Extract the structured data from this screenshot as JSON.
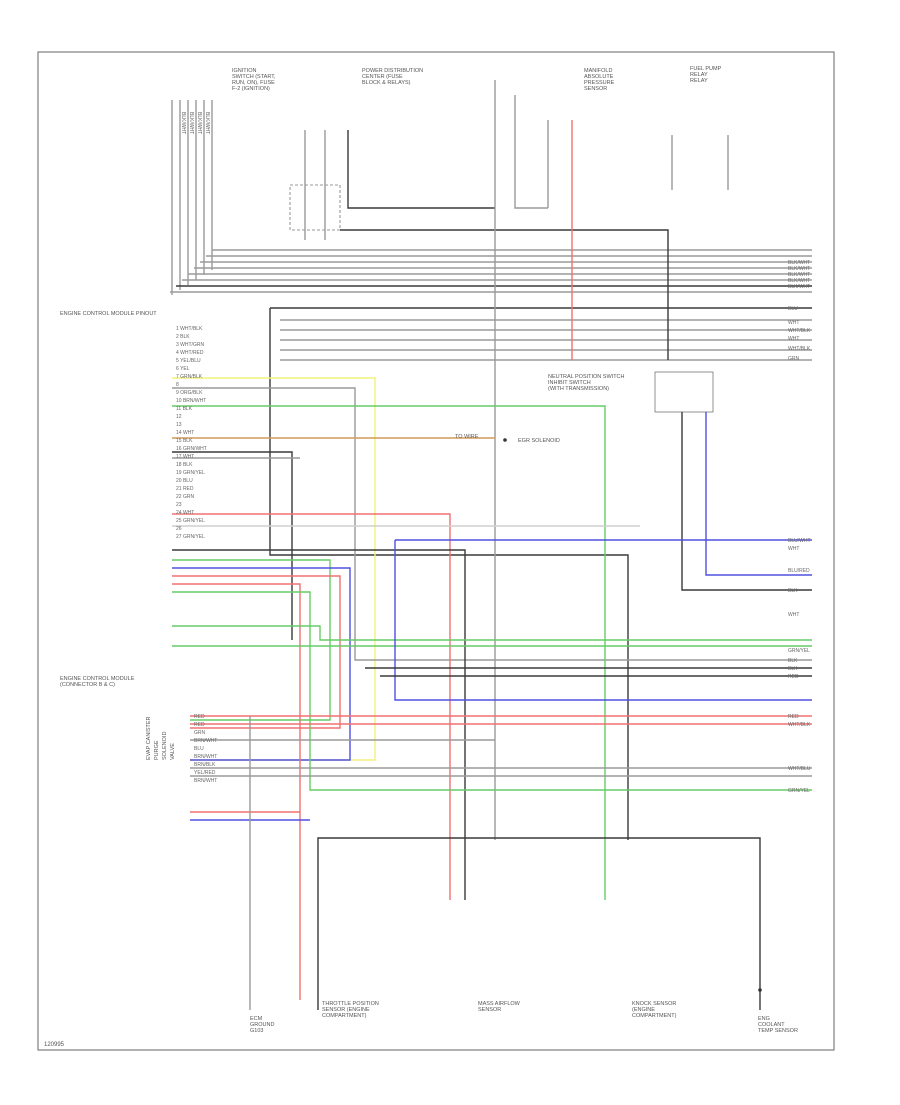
{
  "diagram_code": "120995",
  "colors": {
    "black": "#3a3a3a",
    "grey": "#9a9a9a",
    "lightgrey": "#cfcfcf",
    "red": "#f07070",
    "blue": "#5050e0",
    "green": "#66cc66",
    "yellow": "#f2f27a",
    "orange": "#d49a5a"
  },
  "captions": {
    "top_left": [
      "IGNITION",
      "SWITCH (START,",
      "RUN, ON), FUSE",
      "F-2 (IGNITION)"
    ],
    "top_mid": [
      "POWER DISTRIBUTION",
      "CENTER (FUSE",
      "BLOCK & RELAYS)"
    ],
    "top_right": [
      "MANIFOLD",
      "ABSOLUTE",
      "PRESSURE",
      "SENSOR"
    ],
    "top_far": [
      "FUEL PUMP",
      "RELAY",
      "RELAY"
    ],
    "ecm_pins_title": "ENGINE CONTROL MODULE PINOUT",
    "ecm_title": [
      "ENGINE CONTROL MODULE",
      "(CONNECTOR B & C)"
    ],
    "idle_relay": [
      "NEUTRAL POSITION SWITCH",
      "INHIBIT SWITCH",
      "(WITH TRANSMISSION)"
    ],
    "mid_note": [
      "TO WIRE"
    ],
    "mid_box": "EGR SOLENOID",
    "side_labels": [
      "EVAP CANISTER",
      "PURGE",
      "SOLENOID",
      "VALVE"
    ],
    "bottom_1": [
      "ECM",
      "GROUND",
      "G103"
    ],
    "bottom_2": [
      "THROTTLE POSITION",
      "SENSOR (ENGINE",
      "COMPARTMENT)"
    ],
    "bottom_3": [
      "MASS AIRFLOW",
      "SENSOR"
    ],
    "bottom_4": [
      "KNOCK SENSOR",
      "(ENGINE",
      "COMPARTMENT)"
    ],
    "bottom_5": [
      "ENG",
      "COOLANT",
      "TEMP SENSOR"
    ]
  },
  "pin_labels": [
    "1 WHT/BLK",
    "2 BLK",
    "3 WHT/GRN",
    "4 WHT/RED",
    "5 YEL/BLU",
    "6 YEL",
    "7 GRN/BLK",
    "8",
    "9 ORG/BLK",
    "10 BRN/WHT",
    "11 BLK",
    "12",
    "13",
    "14 WHT",
    "15 BLK",
    "16 GRN/WHT",
    "17 WHT",
    "18 BLK",
    "19 GRN/YEL",
    "20 BLU",
    "21 RED",
    "22 GRN",
    "23",
    "24 WHT",
    "25 GRN/YEL",
    "26",
    "27 GRN/YEL"
  ],
  "right_labels": [
    "BLK/WHT",
    "BLK/WHT",
    "BLK/WHT",
    "BLK/WHT",
    "BLK/WHT",
    "BLU",
    "WHT",
    "WHT/BLK",
    "WHT",
    "WHT/BLK",
    "GRN",
    "BLU/WHT",
    "WHT",
    "BLU/RED",
    "BLK",
    "WHT",
    "GRN/YEL",
    "BLK",
    "BLK",
    "RED",
    "RED",
    "WHT/BLK",
    "WHT/BLU",
    "GRN/YEL"
  ],
  "sensor_left_labels": [
    "RED",
    "RED",
    "GRN",
    "BRN/WHT",
    "BLU",
    "BRN/WHT",
    "BRN/BLK",
    "YEL/RED",
    "BRN/WHT"
  ]
}
